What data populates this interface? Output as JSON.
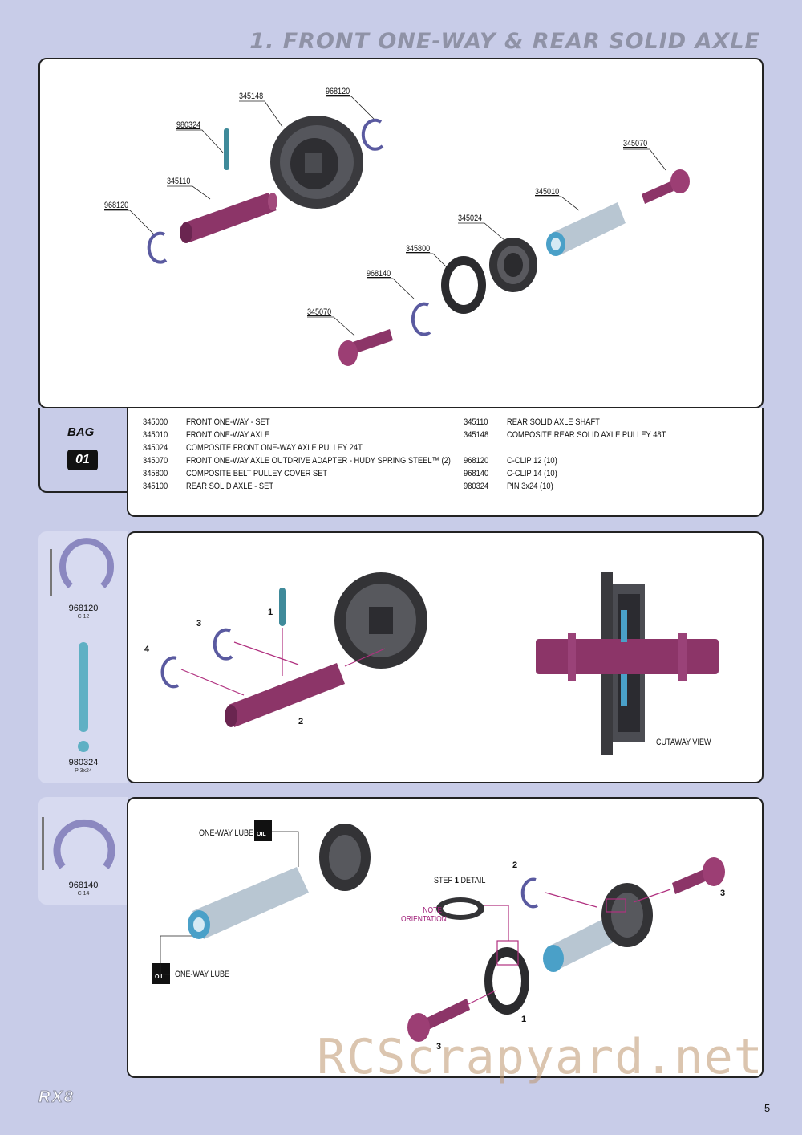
{
  "page": {
    "title": "1. FRONT ONE-WAY & REAR SOLID AXLE",
    "page_number": "5",
    "footer_logo": "RX8",
    "watermark": "RCScrapyard.net"
  },
  "exploded_view": {
    "labels": [
      "345148",
      "968120",
      "980324",
      "345110",
      "968120",
      "345070",
      "345010",
      "345024",
      "345800",
      "968140",
      "345070"
    ]
  },
  "bag": {
    "label": "BAG",
    "number": "01"
  },
  "parts_list": {
    "left": [
      {
        "code": "345000",
        "desc": "FRONT ONE-WAY - SET"
      },
      {
        "code": "345010",
        "desc": "FRONT ONE-WAY AXLE"
      },
      {
        "code": "345024",
        "desc": "COMPOSITE FRONT ONE-WAY AXLE PULLEY 24T"
      },
      {
        "code": "345070",
        "desc": "FRONT ONE-WAY AXLE OUTDRIVE ADAPTER - HUDY SPRING STEEL™ (2)"
      },
      {
        "code": "345800",
        "desc": "COMPOSITE BELT PULLEY COVER SET"
      },
      {
        "code": "345100",
        "desc": "REAR SOLID AXLE - SET"
      }
    ],
    "right": [
      {
        "code": "345110",
        "desc": "REAR SOLID AXLE SHAFT"
      },
      {
        "code": "345148",
        "desc": "COMPOSITE REAR SOLID AXLE PULLEY 48T"
      },
      {
        "code": "",
        "desc": ""
      },
      {
        "code": "968120",
        "desc": "C-CLIP 12  (10)"
      },
      {
        "code": "968140",
        "desc": "C-CLIP 14  (10)"
      },
      {
        "code": "980324",
        "desc": "PIN 3x24  (10)"
      }
    ]
  },
  "side1": {
    "clip_code": "968120",
    "clip_size": "C 12",
    "pin_code": "980324",
    "pin_size": "P 3x24"
  },
  "side2": {
    "clip_code": "968140",
    "clip_size": "C 14"
  },
  "step1": {
    "cutaway": "CUTAWAY VIEW",
    "steps": [
      "1",
      "2",
      "3",
      "4"
    ]
  },
  "step2": {
    "lube_top": "ONE-WAY LUBE",
    "lube_bottom": "ONE-WAY LUBE",
    "oil": "OIL",
    "step_detail_prefix": "STEP",
    "step_detail_num": "1",
    "step_detail_suffix": "DETAIL",
    "note_line1": "NOTE",
    "note_line2": "ORIENTATION",
    "steps": [
      "1",
      "2",
      "3",
      "3"
    ]
  }
}
